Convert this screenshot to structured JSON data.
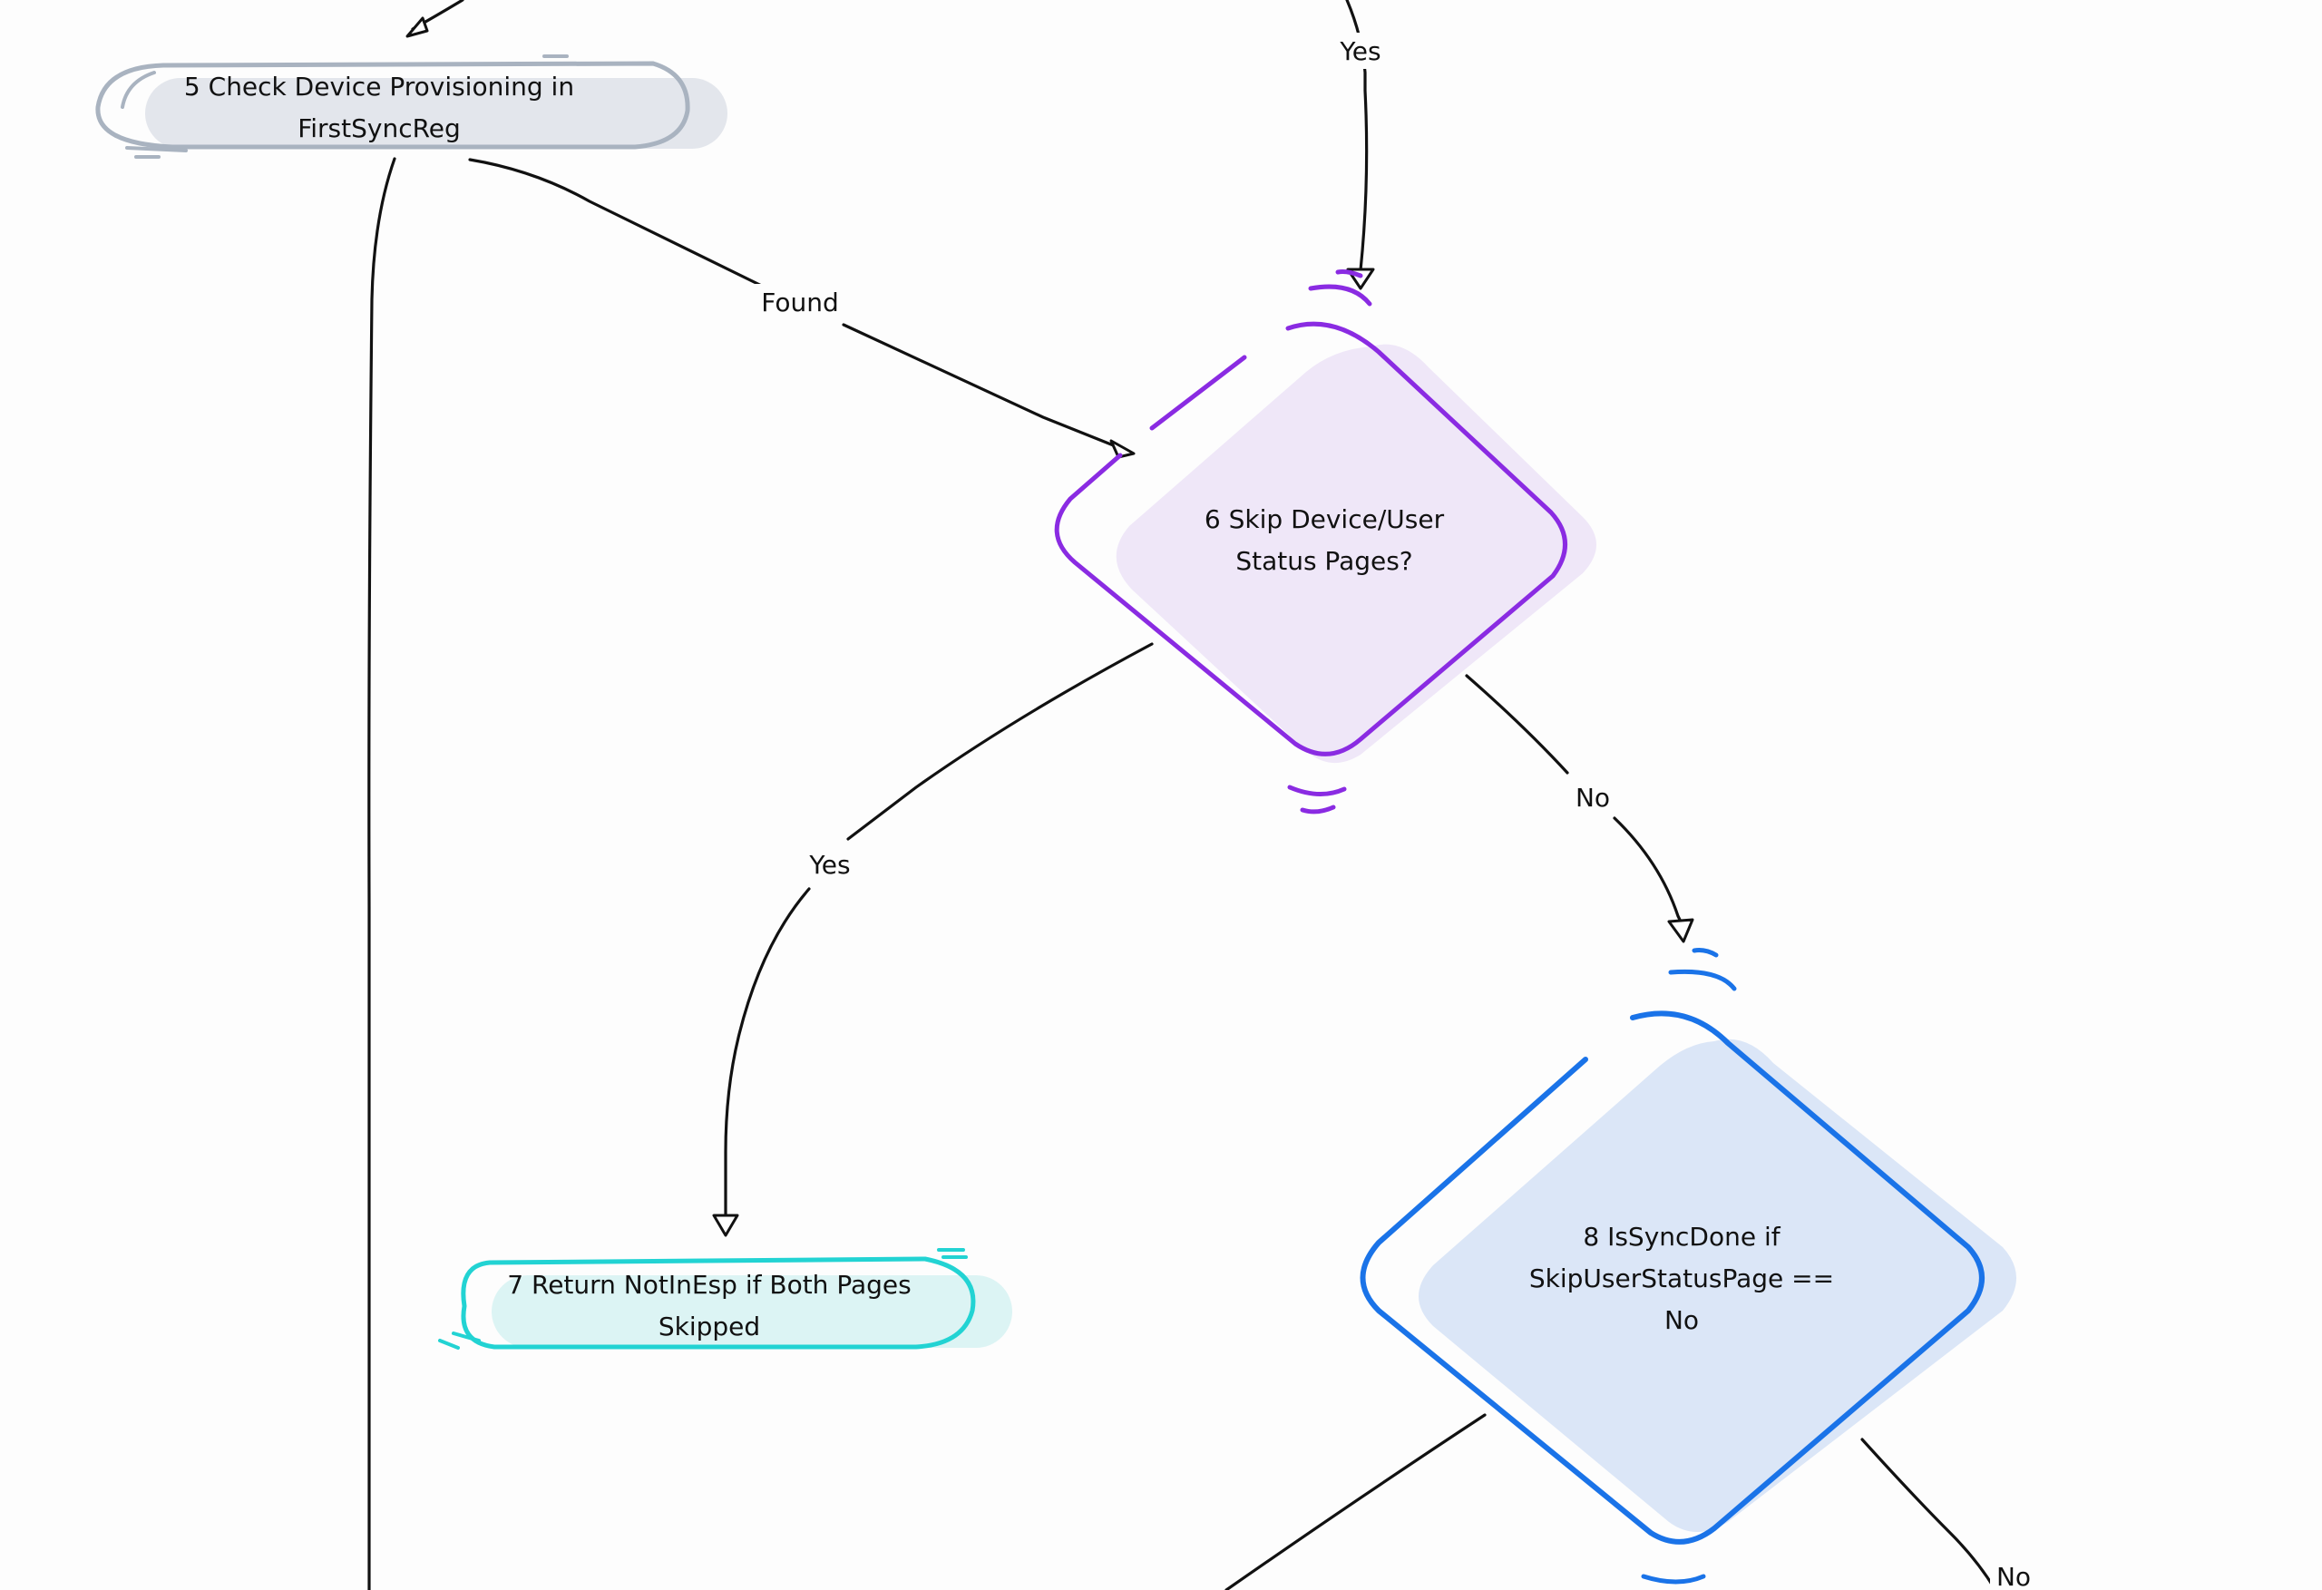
{
  "colors": {
    "background": "#fdfdfd",
    "gray_stroke": "#a9b3c0",
    "gray_fill": "#e3e6ec",
    "purple_stroke": "#8a2be2",
    "purple_fill": "#efe7f8",
    "cyan_stroke": "#22d3d3",
    "cyan_fill": "#dcf4f4",
    "blue_stroke": "#1a73e8",
    "blue_fill": "#dbe6f7",
    "edge": "#111111"
  },
  "nodes": {
    "n5": {
      "line1": "5 Check Device Provisioning in",
      "line2": "FirstSyncReg"
    },
    "n6": {
      "line1": "6 Skip Device/User",
      "line2": "Status Pages?"
    },
    "n7": {
      "line1": "7 Return NotInEsp if Both Pages",
      "line2": "Skipped"
    },
    "n8": {
      "line1": "8 IsSyncDone if",
      "line2": "SkipUserStatusPage ==",
      "line3": "No"
    }
  },
  "edges": {
    "top_to_6": "Yes",
    "n5_to_6": "Found",
    "n6_to_7": "Yes",
    "n6_to_8": "No",
    "n8_right": "No"
  }
}
